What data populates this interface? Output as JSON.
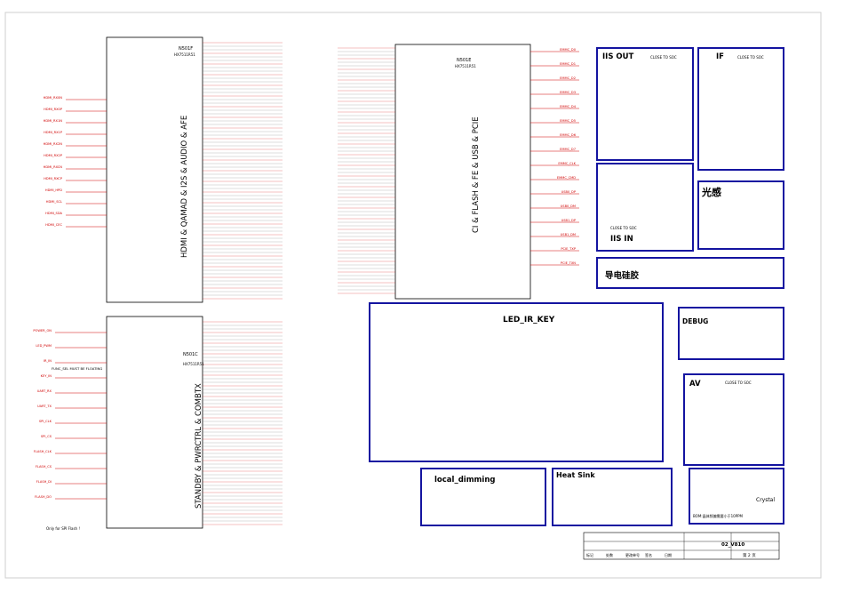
{
  "chips": {
    "top_left": {
      "ref": "N501F",
      "part": "HX7511R51"
    },
    "bottom_left": {
      "ref": "N501C",
      "part": "HX7511R51"
    },
    "top_center": {
      "ref": "N501E",
      "part": "HX7511R51"
    }
  },
  "vertical_titles": {
    "hdmi": "HDMI & QAMAD & I2S & AUDIO & AFE",
    "standby": "STANDBY & PWRCTRL & COMBTX",
    "ci": "CI & FLASH & FE & USB & PCIE"
  },
  "blocks": {
    "iis_out": "IIS OUT",
    "if": "IF",
    "iis_in": "IIS IN",
    "led_ir_key": "LED_IR_KEY",
    "debug": "DEBUG",
    "av": "AV",
    "local_dimming": "local_dimming",
    "heat_sink": "Heat Sink",
    "crystal": "Crystal",
    "light_sensor": "光感",
    "conductive_silicone": "导电硅胶"
  },
  "notes": {
    "close_to_soc": "CLOSE TO SOC",
    "spi_flash_only": "Only for SPI Flash !",
    "func_sel": "FUNC_SEL MUST BE FLOATING",
    "crystal_note": "BOM:晶体频偏需要小于10PPM"
  },
  "title_block": {
    "doc_no": "02_V810",
    "sheet": "第 2 页",
    "headers": [
      "标记",
      "处数",
      "更改单号",
      "签名",
      "日期"
    ]
  },
  "hdmi_left_nets": [
    "HDMI_RX0N",
    "HDMI_RX0P",
    "HDMI_RX1N",
    "HDMI_RX1P",
    "HDMI_RX2N",
    "HDMI_RX2P",
    "HDMI_RXCN",
    "HDMI_RXCP",
    "HDMI_HPD",
    "HDMI_SCL",
    "HDMI_SDA",
    "HDMI_CEC"
  ],
  "standby_left_nets": [
    "POWER_ON",
    "LED_PWM",
    "IR_IN",
    "KEY_IN",
    "UART_RX",
    "UART_TX",
    "SPI_CLK",
    "SPI_CS",
    "FLASH_CLK",
    "FLASH_CS",
    "FLASH_DI",
    "FLASH_DO"
  ],
  "ci_right_nets": [
    "EMMC_D0",
    "EMMC_D1",
    "EMMC_D2",
    "EMMC_D3",
    "EMMC_D4",
    "EMMC_D5",
    "EMMC_D6",
    "EMMC_D7",
    "EMMC_CLK",
    "EMMC_CMD",
    "USB0_DP",
    "USB0_DM",
    "USB1_DP",
    "USB1_DM",
    "PCIE_TXP",
    "PCIE_TXN"
  ]
}
